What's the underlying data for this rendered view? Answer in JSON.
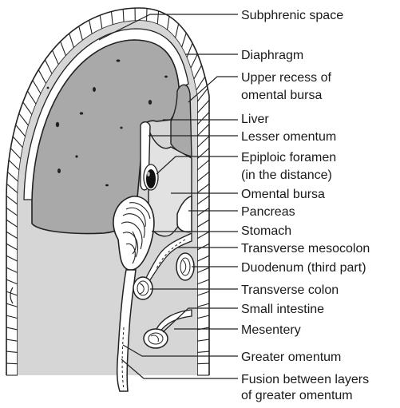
{
  "labels": {
    "subphrenic_space": "Subphrenic space",
    "diaphragm": "Diaphragm",
    "upper_recess_line1": "Upper recess of",
    "upper_recess_line2": "omental bursa",
    "liver": "Liver",
    "lesser_omentum": "Lesser omentum",
    "epiploic_line1": "Epiploic foramen",
    "epiploic_line2": "(in the distance)",
    "omental_bursa": "Omental bursa",
    "pancreas": "Pancreas",
    "stomach": "Stomach",
    "transverse_mesocolon": "Transverse mesocolon",
    "duodenum": "Duodenum (third part)",
    "transverse_colon": "Transverse colon",
    "small_intestine": "Small intestine",
    "mesentery": "Mesentery",
    "greater_omentum": "Greater omentum",
    "fusion_line1": "Fusion between layers",
    "fusion_line2": "of greater omentum"
  },
  "colors": {
    "tissue_light": "#d6d6d6",
    "tissue_dark": "#a9a9a9",
    "outline": "#222222",
    "organ_fill": "#e8e8e8"
  }
}
